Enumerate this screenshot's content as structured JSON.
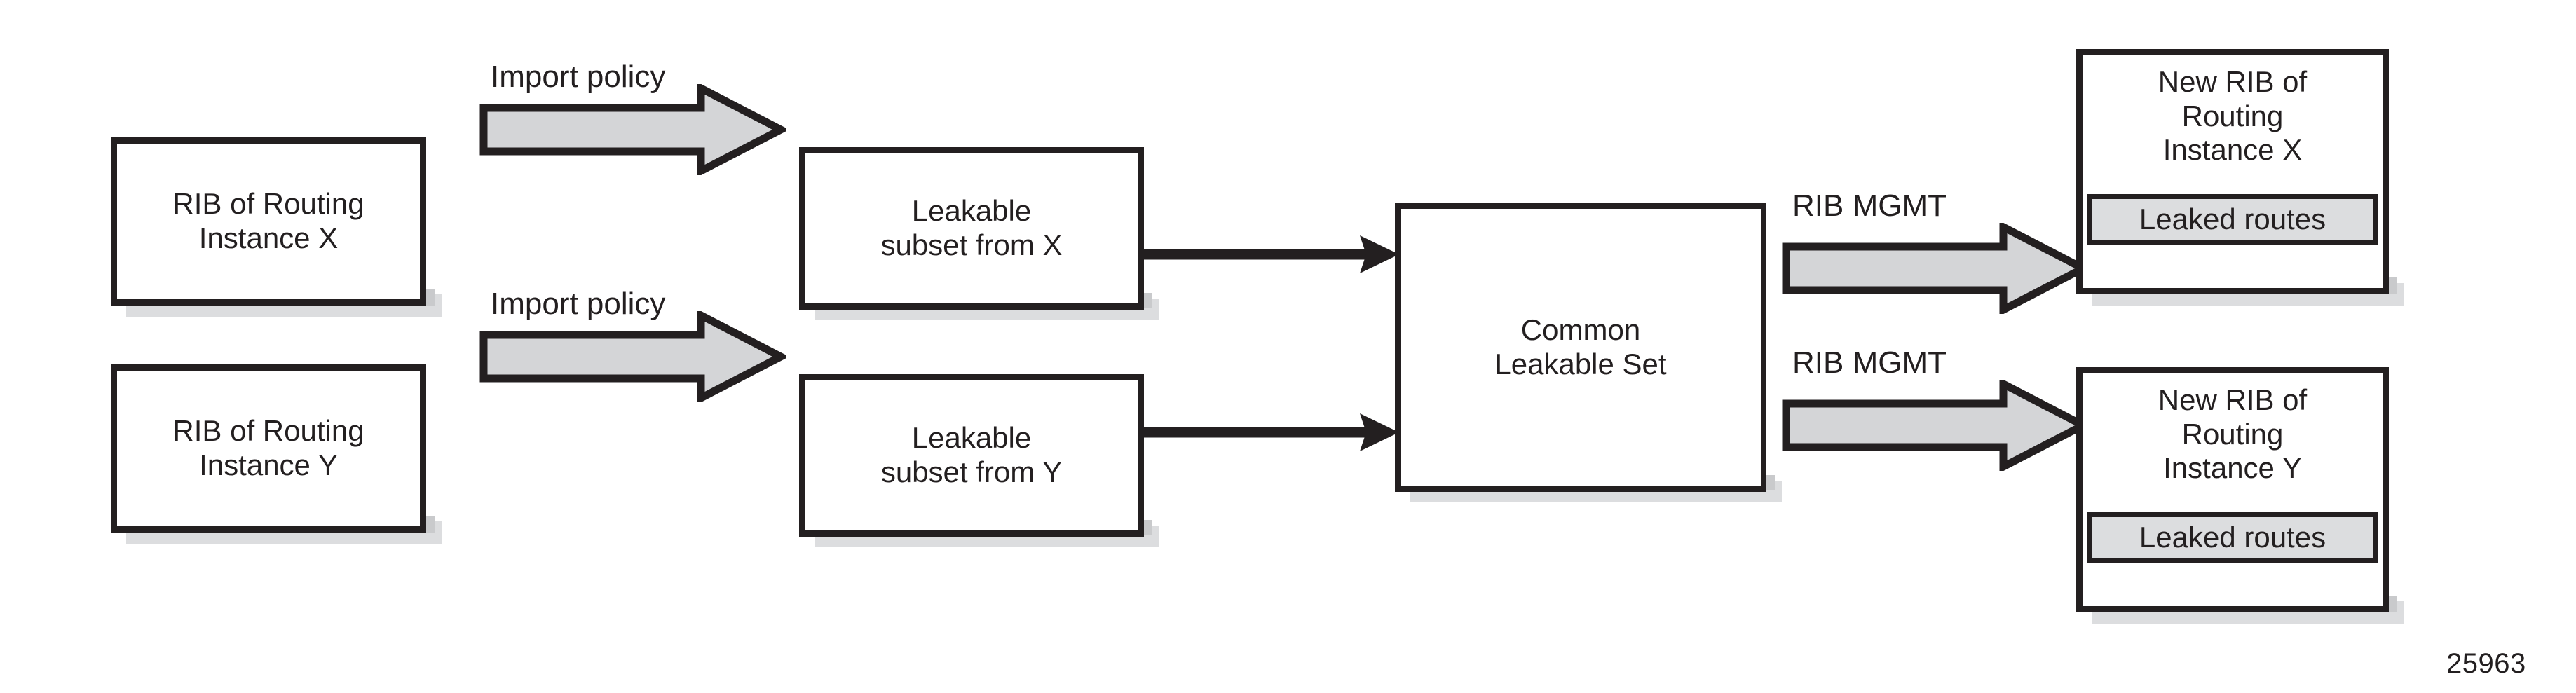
{
  "figure": {
    "number": "25963",
    "background_color": "#ffffff",
    "line_color": "#231f20",
    "fill_color": "#dcdddf",
    "shadow_color": "#dcdddf"
  },
  "rows": {
    "x": {
      "source_box": {
        "line1": "RIB of Routing",
        "line2": "Instance X"
      },
      "import_arrow_label": "Import policy",
      "subset_box": {
        "line1": "Leakable",
        "line2": "subset from X"
      },
      "mgmt_arrow_label": "RIB MGMT",
      "result_box": {
        "line1": "New RIB of",
        "line2": "Routing",
        "line3": "Instance X"
      },
      "result_plate": "Leaked routes"
    },
    "y": {
      "source_box": {
        "line1": "RIB of Routing",
        "line2": "Instance Y"
      },
      "import_arrow_label": "Import policy",
      "subset_box": {
        "line1": "Leakable",
        "line2": "subset from Y"
      },
      "mgmt_arrow_label": "RIB MGMT",
      "result_box": {
        "line1": "New RIB of",
        "line2": "Routing",
        "line3": "Instance Y"
      },
      "result_plate": "Leaked routes"
    }
  },
  "center": {
    "common_box": {
      "line1": "Common",
      "line2": "Leakable Set"
    }
  },
  "icons": {
    "block_arrow": "block-arrow-right-icon",
    "connector_arrow": "arrow-right-icon"
  }
}
